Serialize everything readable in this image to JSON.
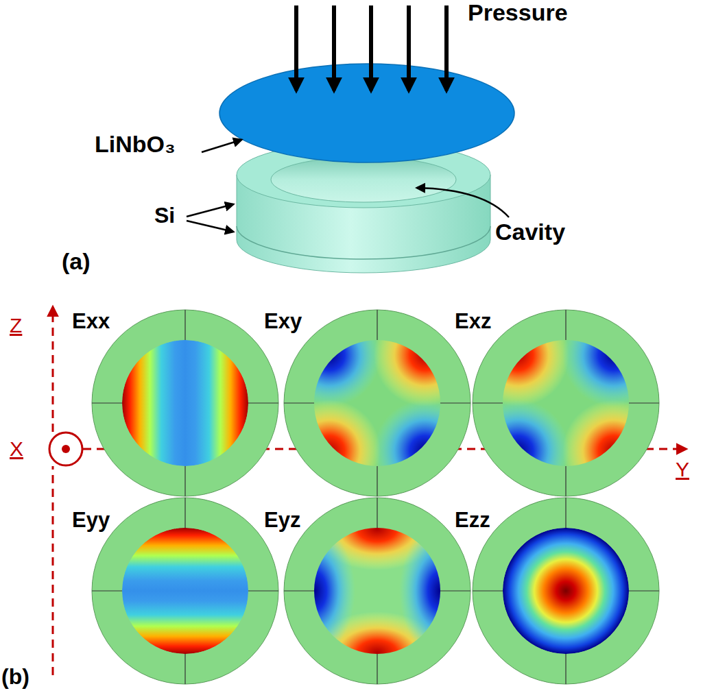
{
  "diagram": {
    "labels": [
      "Pressure",
      "LiNbO₃",
      "Si",
      "Cavity",
      "(a)",
      "Z",
      "X",
      "Y",
      "Exx",
      "Exy",
      "Exz",
      "Eyy",
      "Eyz",
      "Ezz",
      "(b)"
    ]
  }
}
